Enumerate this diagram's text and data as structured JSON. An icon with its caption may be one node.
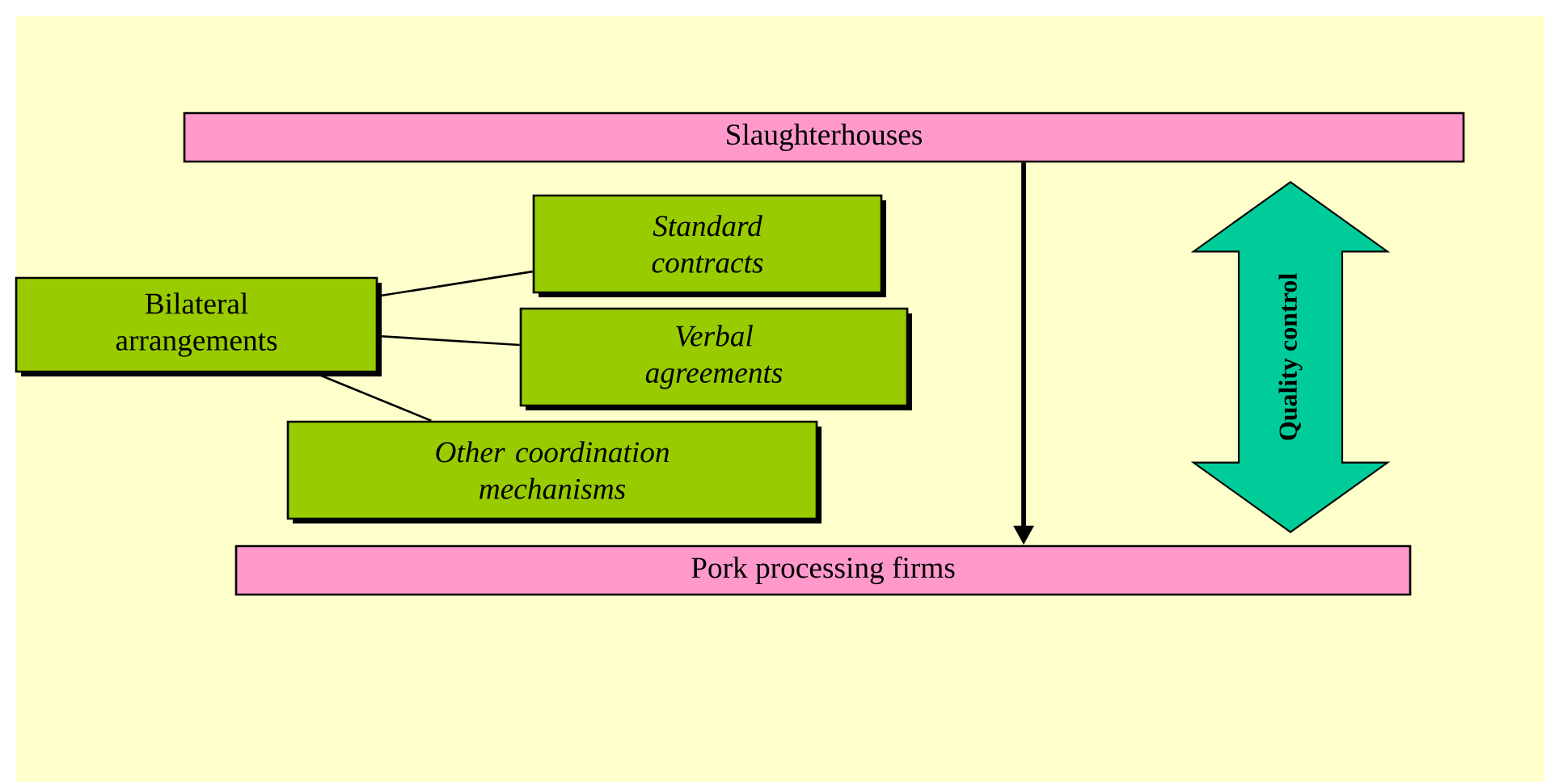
{
  "diagram": {
    "nodes": [
      {
        "text": [
          "Slaughterhouses"
        ]
      },
      {
        "text": [
          "Pork processing firms"
        ]
      },
      {
        "text": [
          "Bilateral arrangements"
        ]
      },
      {
        "text": [
          "Standard contracts"
        ]
      },
      {
        "text": [
          "Verbal agreements"
        ]
      },
      {
        "text": [
          "Other coordination mechanisms"
        ]
      }
    ],
    "edges": [
      {
        "from": 0,
        "to": 1,
        "arrow": "to",
        "style": "thick"
      },
      {
        "from": 2,
        "to": 3,
        "arrow": "none"
      },
      {
        "from": 2,
        "to": 4,
        "arrow": "none"
      },
      {
        "from": 2,
        "to": 5,
        "arrow": "none"
      },
      {
        "from": 0,
        "to": 1,
        "arrow": "both",
        "label": "Quality control"
      }
    ]
  }
}
